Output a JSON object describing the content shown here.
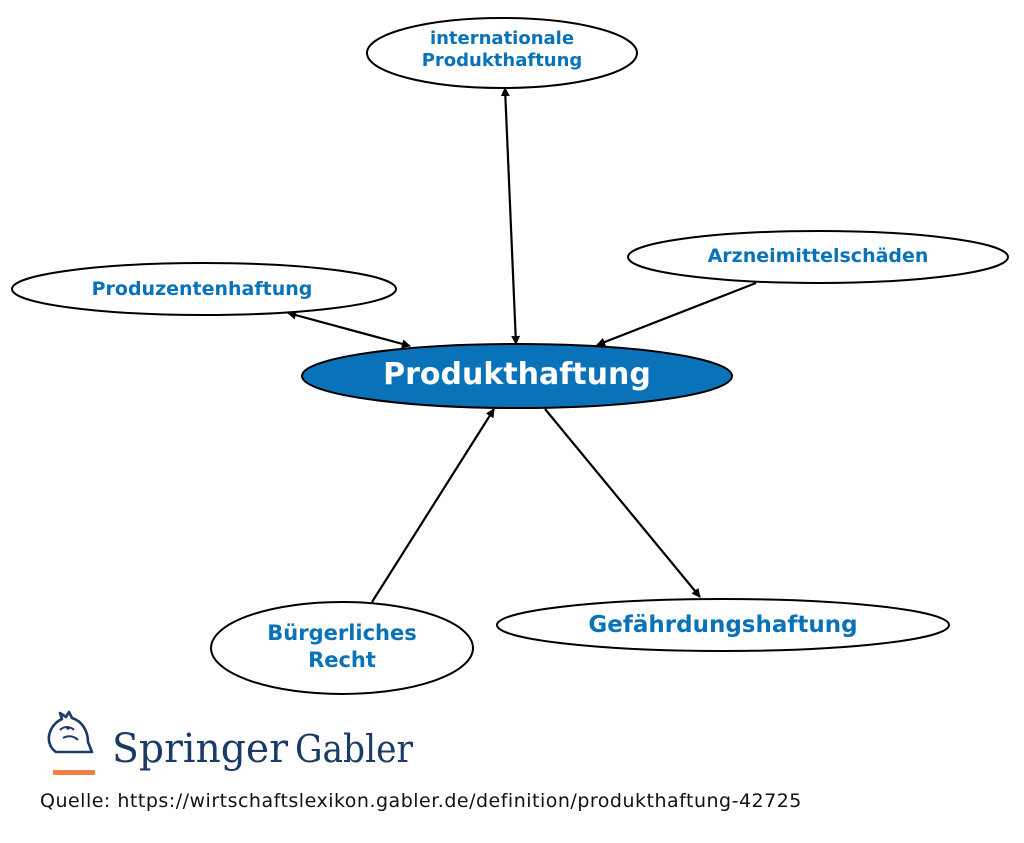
{
  "colors": {
    "accent": "#0a72b8",
    "center_fill": "#0a72b8",
    "logo_blue": "#1b3a66",
    "logo_orange": "#f07f4a"
  },
  "nodes": {
    "center": "Produkthaftung",
    "international": [
      "internationale",
      "Produkthaftung"
    ],
    "arzneimittel": "Arzneimittelschäden",
    "produzenten": "Produzentenhaftung",
    "buergerliches": [
      "Bürgerliches",
      "Recht"
    ],
    "gefaehrdung": "Gefährdungshaftung"
  },
  "logo": {
    "brand1": "Springer",
    "brand2": "Gabler",
    "icon": "knight-chess-icon"
  },
  "source": {
    "label": "Quelle:",
    "url": "https://wirtschaftslexikon.gabler.de/definition/produkthaftung-42725"
  }
}
